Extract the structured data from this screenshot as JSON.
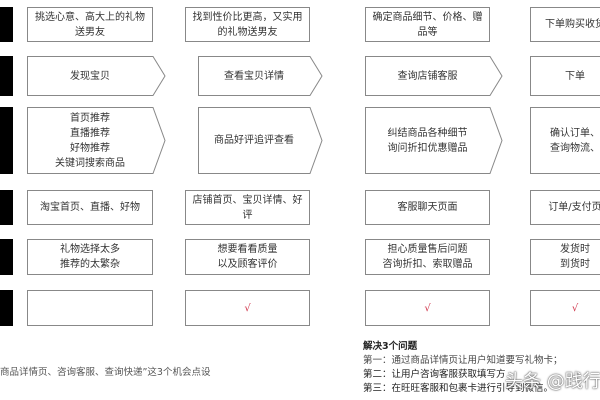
{
  "rows": [
    {
      "type": "box",
      "cells": [
        "挑选心意、高大上的礼物\n送男友",
        "找到性价比更高，又实用\n的礼物送男友",
        "确定商品细节、价格、赠\n品等",
        "下单购买收货"
      ]
    },
    {
      "type": "arrow",
      "cells": [
        "发现宝贝",
        "查看宝贝详情",
        "查询店铺客服",
        "下单"
      ]
    },
    {
      "type": "arrow",
      "cells": [
        "首页推荐\n直播推荐\n好物推荐\n关键词搜索商品",
        "商品好评追评查看",
        "纠结商品各种细节\n询问折扣优惠赠品",
        "确认订单、\n查询物流、"
      ]
    },
    {
      "type": "box",
      "cells": [
        "淘宝首页、直播、好物",
        "店铺首页、宝贝详情、好\n评",
        "客服聊天页面",
        "订单/支付页"
      ]
    },
    {
      "type": "box",
      "cells": [
        "礼物选择太多\n推荐的太繁杂",
        "想要看看质量\n以及顾客评价",
        "担心质量售后问题\n咨询折扣、索取赠品",
        "发货时\n到货时"
      ]
    },
    {
      "type": "box",
      "cells": [
        "",
        "√",
        "√",
        "√"
      ]
    }
  ],
  "footer_note": "商品详情页、咨询客服、查询快递”这3个机会点设",
  "solutions": {
    "title": "解决3个问题",
    "items": [
      "第一：通过商品详情页让用户知道要写礼物卡；",
      "第二：让用户咨询客服获取填写方",
      "第三：在旺旺客服和包裹卡进行引导到微信。"
    ]
  },
  "watermark": "头条 @践行",
  "colors": {
    "check": "#d0344a",
    "border": "#888888",
    "bar": "#000000"
  }
}
